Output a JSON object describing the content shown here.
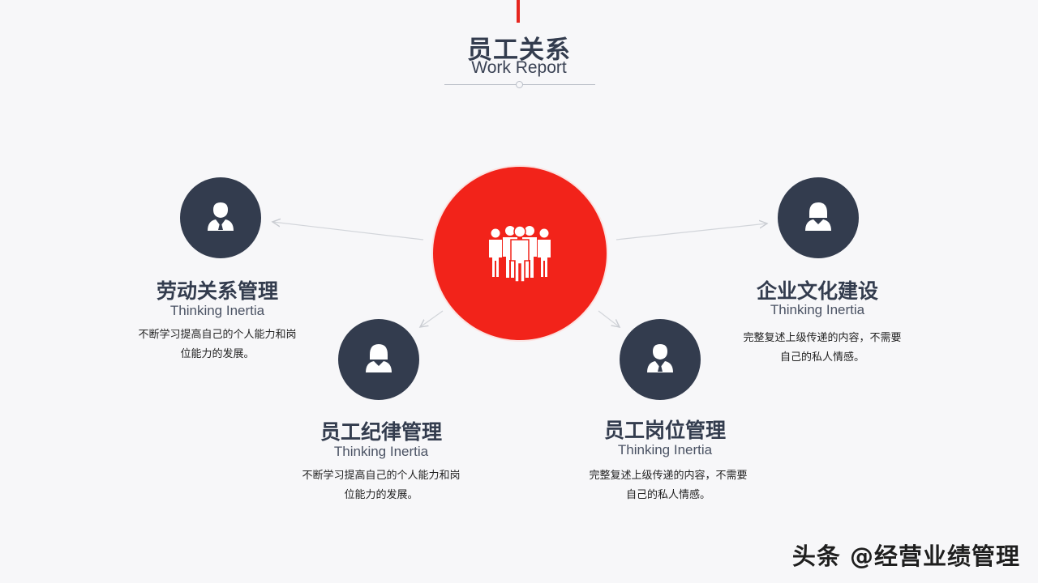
{
  "slide": {
    "title": "员工关系",
    "subtitle": "Work Report"
  },
  "sections": [
    {
      "title": "劳动关系管理",
      "subtitle": "Thinking Inertia",
      "desc_line1": "不断学习提高自己的个人能力和岗",
      "desc_line2": "位能力的发展。",
      "icon": "businessman-icon"
    },
    {
      "title": "员工纪律管理",
      "subtitle": "Thinking Inertia",
      "desc_line1": "不断学习提高自己的个人能力和岗",
      "desc_line2": "位能力的发展。",
      "icon": "businesswoman-icon"
    },
    {
      "title": "员工岗位管理",
      "subtitle": "Thinking Inertia",
      "desc_line1": "完整复述上级传递的内容，不需要",
      "desc_line2": "自己的私人情感。",
      "icon": "businessman-icon"
    },
    {
      "title": "企业文化建设",
      "subtitle": "Thinking Inertia",
      "desc_line1": "完整复述上级传递的内容，不需要",
      "desc_line2": "自己的私人情感。",
      "icon": "businesswoman-icon"
    }
  ],
  "center": {
    "icon": "team-people-icon"
  },
  "watermark": "头条 @经营业绩管理",
  "colors": {
    "accent": "#f2231a",
    "node": "#333c4e",
    "text": "#333c4e"
  }
}
